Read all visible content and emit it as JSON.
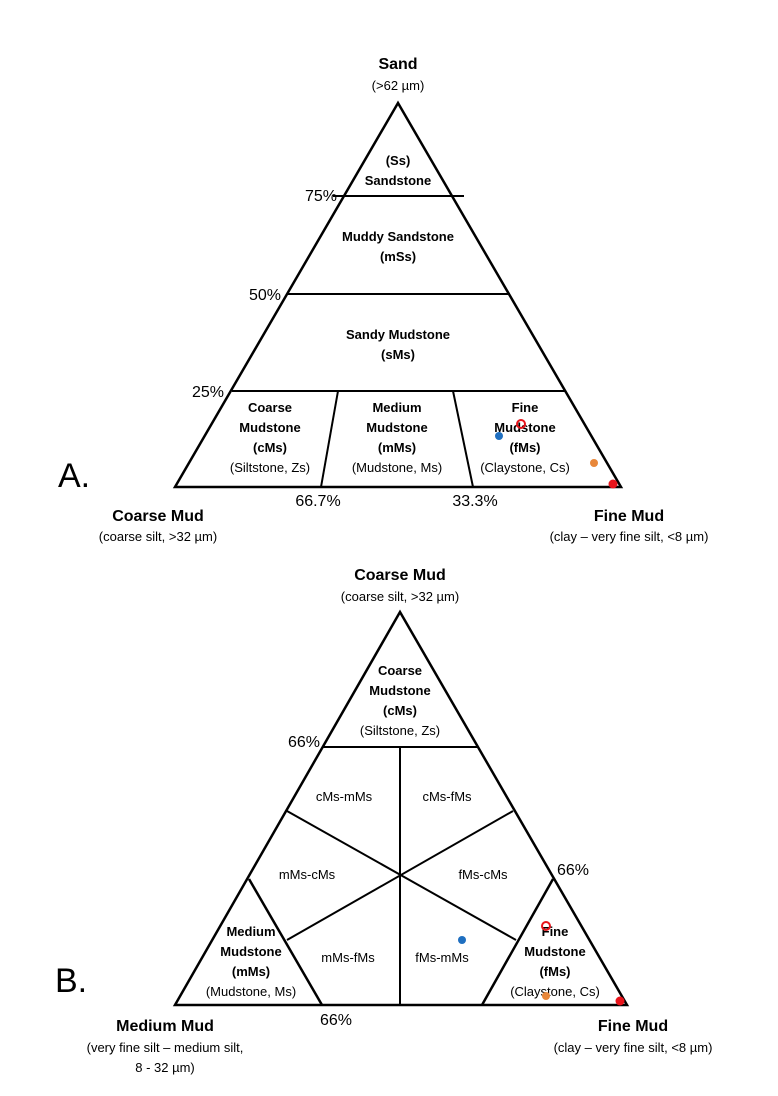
{
  "panel_a": {
    "letter": "A.",
    "top_vertex": {
      "name": "Sand",
      "detail": "(>62 µm)"
    },
    "left_vertex": {
      "name": "Coarse Mud",
      "detail": "(coarse silt, >32 µm)"
    },
    "right_vertex": {
      "name": "Fine Mud",
      "detail": "(clay – very fine silt, <8 µm)"
    },
    "side_ticks": [
      "75%",
      "50%",
      "25%"
    ],
    "base_ticks": [
      "66.7%",
      "33.3%"
    ],
    "regions": {
      "sandstone": [
        "(Ss)",
        "Sandstone"
      ],
      "muddy_sandstone": [
        "Muddy Sandstone",
        "(mSs)"
      ],
      "sandy_mudstone": [
        "Sandy Mudstone",
        "(sMs)"
      ],
      "coarse_mudstone": [
        "Coarse",
        "Mudstone",
        "(cMs)",
        "(Siltstone, Zs)"
      ],
      "medium_mudstone": [
        "Medium",
        "Mudstone",
        "(mMs)",
        "(Mudstone, Ms)"
      ],
      "fine_mudstone": [
        "Fine",
        "Mudstone",
        "(fMs)",
        "(Claystone, Cs)"
      ]
    }
  },
  "panel_b": {
    "letter": "B.",
    "top_vertex": {
      "name": "Coarse Mud",
      "detail": "(coarse silt, >32 µm)"
    },
    "left_vertex": {
      "name": "Medium Mud",
      "detail": [
        "(very fine silt – medium silt,",
        "8 - 32 µm)"
      ]
    },
    "right_vertex": {
      "name": "Fine Mud",
      "detail": "(clay – very fine silt, <8 µm)"
    },
    "ticks": [
      "66%",
      "66%",
      "66%"
    ],
    "regions": {
      "coarse_mudstone": [
        "Coarse",
        "Mudstone",
        "(cMs)",
        "(Siltstone, Zs)"
      ],
      "medium_mudstone": [
        "Medium",
        "Mudstone",
        "(mMs)",
        "(Mudstone, Ms)"
      ],
      "fine_mudstone": [
        "Fine",
        "Mudstone",
        "(fMs)",
        "(Claystone, Cs)"
      ],
      "mixed": [
        "cMs-mMs",
        "cMs-fMs",
        "mMs-cMs",
        "fMs-cMs",
        "mMs-fMs",
        "fMs-mMs"
      ]
    }
  },
  "markers": {
    "blue": "#1f6fc0",
    "orange": "#e8873a",
    "red": "#e8141b"
  }
}
